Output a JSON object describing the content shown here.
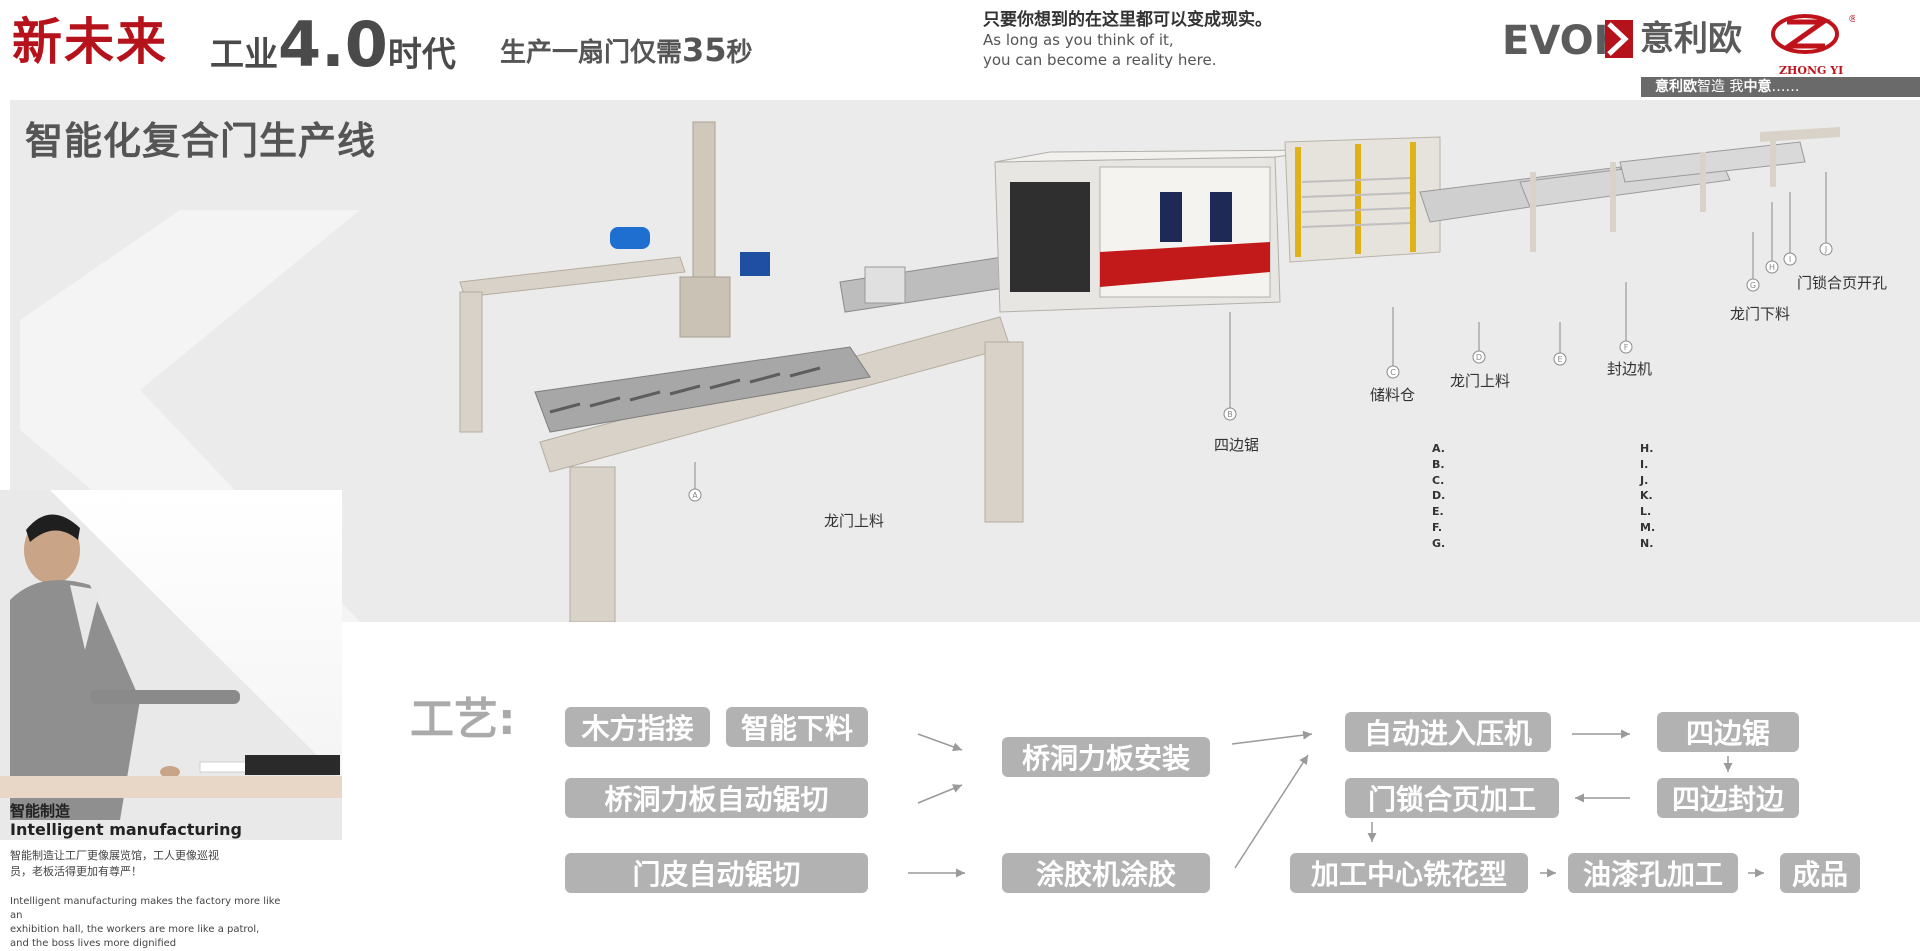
{
  "header": {
    "headline_red": "新未来",
    "era_pre": "工业",
    "era_big": "4.0",
    "era_post": "时代",
    "production_text": "生产一扇门仅需",
    "production_number": "35",
    "production_unit": "秒",
    "slogan_cn": "只要你想到的在这里都可以变成现实。",
    "slogan_en_1": "As long as you think of it,",
    "slogan_en_2": "you can become a reality here.",
    "logo_evok": "EVOK",
    "logo_cn": "意利欧",
    "logo_zhongyi": "ZHONG YI",
    "brand_tagline_bold1": "意利欧",
    "brand_tagline_mid": "智造  我",
    "brand_tagline_bold2": "中意",
    "brand_tagline_end": "……"
  },
  "panel": {
    "title": "智能化复合门生产线"
  },
  "callouts": [
    {
      "letter": "A",
      "label": "龙门上料"
    },
    {
      "letter": "B",
      "label": "四边锯"
    },
    {
      "letter": "C",
      "label": "储料仓"
    },
    {
      "letter": "D",
      "label": "龙门上料"
    },
    {
      "letter": "E",
      "label": ""
    },
    {
      "letter": "F",
      "label": "封边机"
    },
    {
      "letter": "G",
      "label": "龙门下料"
    },
    {
      "letter": "H",
      "label": ""
    },
    {
      "letter": "I",
      "label": ""
    },
    {
      "letter": "J",
      "label": "门锁合页开孔"
    }
  ],
  "legend": {
    "col1": [
      "A.",
      "B.",
      "C.",
      "D.",
      "E.",
      "F.",
      "G."
    ],
    "col2": [
      "H.",
      "I.",
      "J.",
      "K.",
      "L.",
      "M.",
      "N."
    ]
  },
  "intelligent": {
    "title_cn": "智能制造",
    "title_en": "Intelligent manufacturing",
    "desc_cn": "智能制造让工厂更像展览馆，工人更像巡视员，老板活得更加有尊严！",
    "desc_en_1": "Intelligent manufacturing makes the factory more like an",
    "desc_en_2": "exhibition hall, the workers are more like a patrol,",
    "desc_en_3": "and the boss lives more dignified"
  },
  "process": {
    "title": "工艺:",
    "steps": {
      "s1": "木方指接",
      "s2": "智能下料",
      "s3": "桥洞力板自动锯切",
      "s4": "门皮自动锯切",
      "s5": "桥洞力板安装",
      "s6": "涂胶机涂胶",
      "s7": "自动进入压机",
      "s8": "四边锯",
      "s9": "四边封边",
      "s10": "门锁合页加工",
      "s11": "加工中心铣花型",
      "s12": "油漆孔加工",
      "s13": "成品"
    }
  },
  "colors": {
    "brand_red": "#b5121b",
    "panel_grey": "#ebebeb",
    "step_box": "#b2b2b2",
    "frame_beige": "#d8d2c8",
    "guard_yellow": "#e0b21a",
    "motor_blue": "#1e6fd0"
  }
}
